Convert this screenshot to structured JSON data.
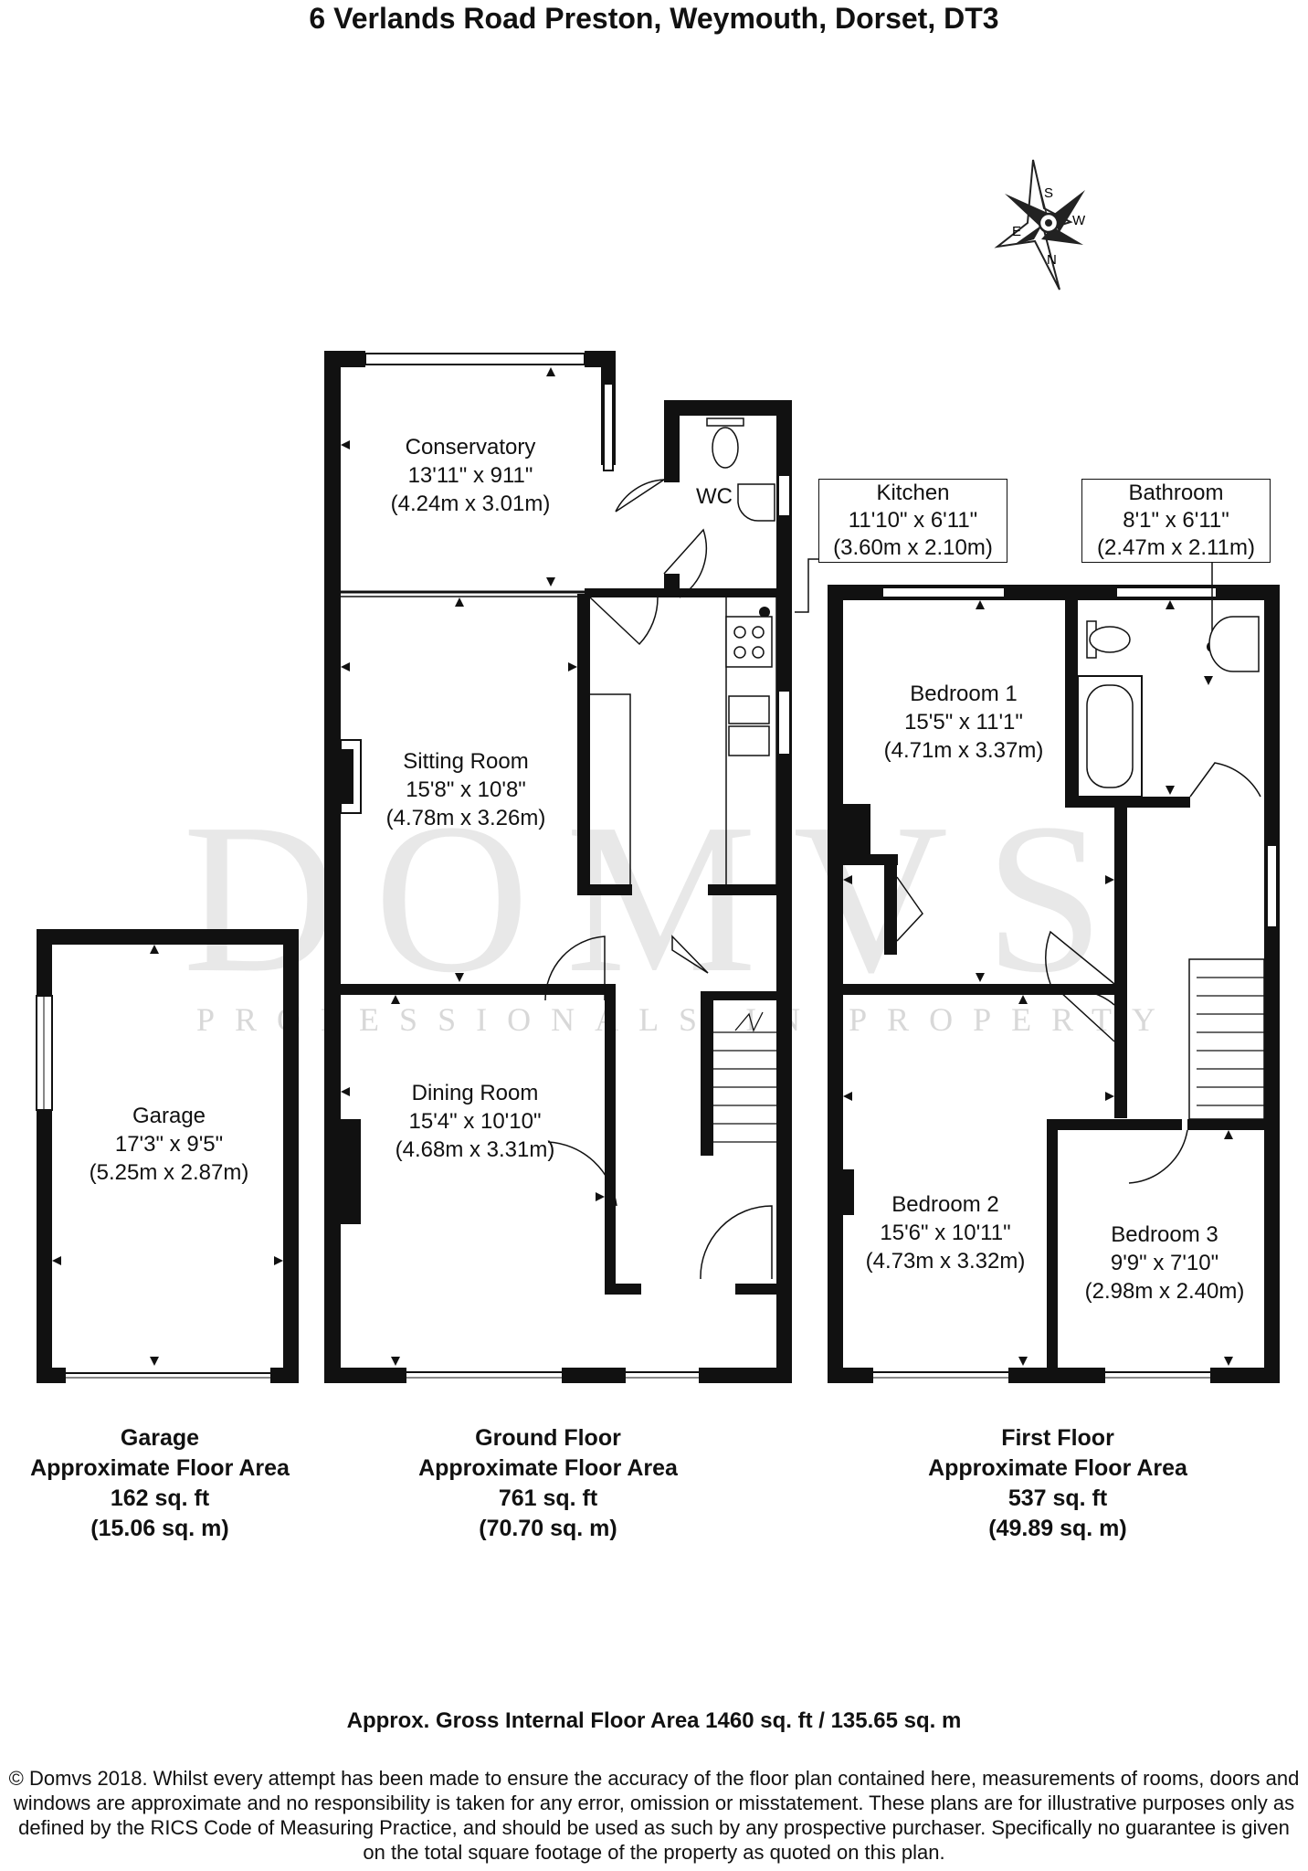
{
  "title": "6 Verlands Road Preston, Weymouth, Dorset, DT3",
  "watermark": {
    "brand": "DOMVS",
    "tagline": "PROFESSIONALS IN PROPERTY"
  },
  "compass": {
    "n": "N",
    "s": "S",
    "e": "E",
    "w": "W"
  },
  "rooms": {
    "conservatory": {
      "name": "Conservatory",
      "imperial": "13'11\" x 911\"",
      "metric": "(4.24m x 3.01m)"
    },
    "wc": {
      "name": "WC"
    },
    "kitchen": {
      "name": "Kitchen",
      "imperial": "11'10\" x 6'11\"",
      "metric": "(3.60m x 2.10m)"
    },
    "bathroom": {
      "name": "Bathroom",
      "imperial": "8'1\" x 6'11\"",
      "metric": "(2.47m x 2.11m)"
    },
    "sitting": {
      "name": "Sitting Room",
      "imperial": "15'8\" x 10'8\"",
      "metric": "(4.78m x 3.26m)"
    },
    "bedroom1": {
      "name": "Bedroom 1",
      "imperial": "15'5\" x 11'1\"",
      "metric": "(4.71m x 3.37m)"
    },
    "garage": {
      "name": "Garage",
      "imperial": "17'3\" x 9'5\"",
      "metric": "(5.25m x 2.87m)"
    },
    "dining": {
      "name": "Dining Room",
      "imperial": "15'4\" x 10'10\"",
      "metric": "(4.68m x 3.31m)"
    },
    "bedroom2": {
      "name": "Bedroom 2",
      "imperial": "15'6\" x 10'11\"",
      "metric": "(4.73m x 3.32m)"
    },
    "bedroom3": {
      "name": "Bedroom 3",
      "imperial": "9'9\" x 7'10\"",
      "metric": "(2.98m x 2.40m)"
    }
  },
  "floors": {
    "garage": {
      "name": "Garage",
      "label": "Approximate Floor Area",
      "sqft": "162 sq. ft",
      "sqm": "(15.06 sq. m)"
    },
    "ground": {
      "name": "Ground Floor",
      "label": "Approximate Floor Area",
      "sqft": "761 sq. ft",
      "sqm": "(70.70 sq. m)"
    },
    "first": {
      "name": "First Floor",
      "label": "Approximate Floor Area",
      "sqft": "537 sq. ft",
      "sqm": "(49.89 sq. m)"
    }
  },
  "gross_area": "Approx. Gross Internal Floor Area 1460 sq. ft / 135.65 sq. m",
  "disclaimer": "© Domvs 2018. Whilst every attempt has been made to ensure the accuracy of the floor plan contained here, measurements of rooms, doors and windows are approximate and no responsibility is taken for any error, omission or misstatement. These plans are for illustrative purposes only as defined by the RICS Code of Measuring Practice, and should be used as such by any prospective purchaser. Specifically no guarantee is given on the total square footage of the property as quoted on this plan."
}
